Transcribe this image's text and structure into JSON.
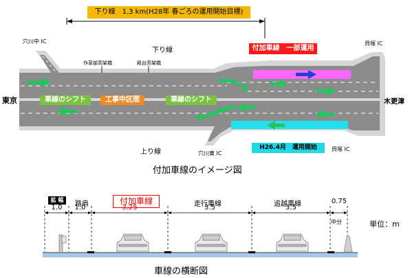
{
  "plan": {
    "span_label": "下り線　1.3 km(H28年 春ごろの運用開始目標)",
    "down_line": "下り線",
    "up_line": "上り線",
    "ic_anagawanaka": "穴川中 IC",
    "ic_anagawahigashi": "穴川東 IC",
    "ic_kaizuka_top": "貝塚 IC",
    "ic_kaizuka_bottom": "貝塚 IC",
    "bridge_1": "作草部高架橋",
    "bridge_2": "殿台高架橋",
    "lane_shift_left": "車線のシフト",
    "lane_shift_right": "車線のシフト",
    "construction": "工事中区間",
    "partial_operation": "付加車線　一部運用",
    "opened": "H26.4月　運用開始",
    "side_left": "東京",
    "side_right": "木更津",
    "caption": "付加車線のイメージ図"
  },
  "section": {
    "widening": "拡 幅",
    "shoulder": "路肩",
    "added_lane": "付加車線",
    "driving_lane": "走行車線",
    "passing_lane": "追越車線",
    "median": "中分",
    "unit": "単位：m",
    "dims": [
      "1.0",
      "1.0",
      "3.25",
      "3.5",
      "3.5",
      "0.75"
    ],
    "caption": "車線の横断図"
  },
  "colors": {
    "road": "#8c8c8c",
    "road_light": "#d6d6d6",
    "arrow_green": "#22c55e",
    "lane_magenta": "#ff66ff",
    "lane_cyan": "#22e0ee",
    "arrow_blue": "#1f3fd6",
    "highlight_orange": "#f5b800",
    "shift_green": "#7cc242",
    "construction_orange": "#f08a24",
    "partial_red": "#ff1a1a"
  }
}
